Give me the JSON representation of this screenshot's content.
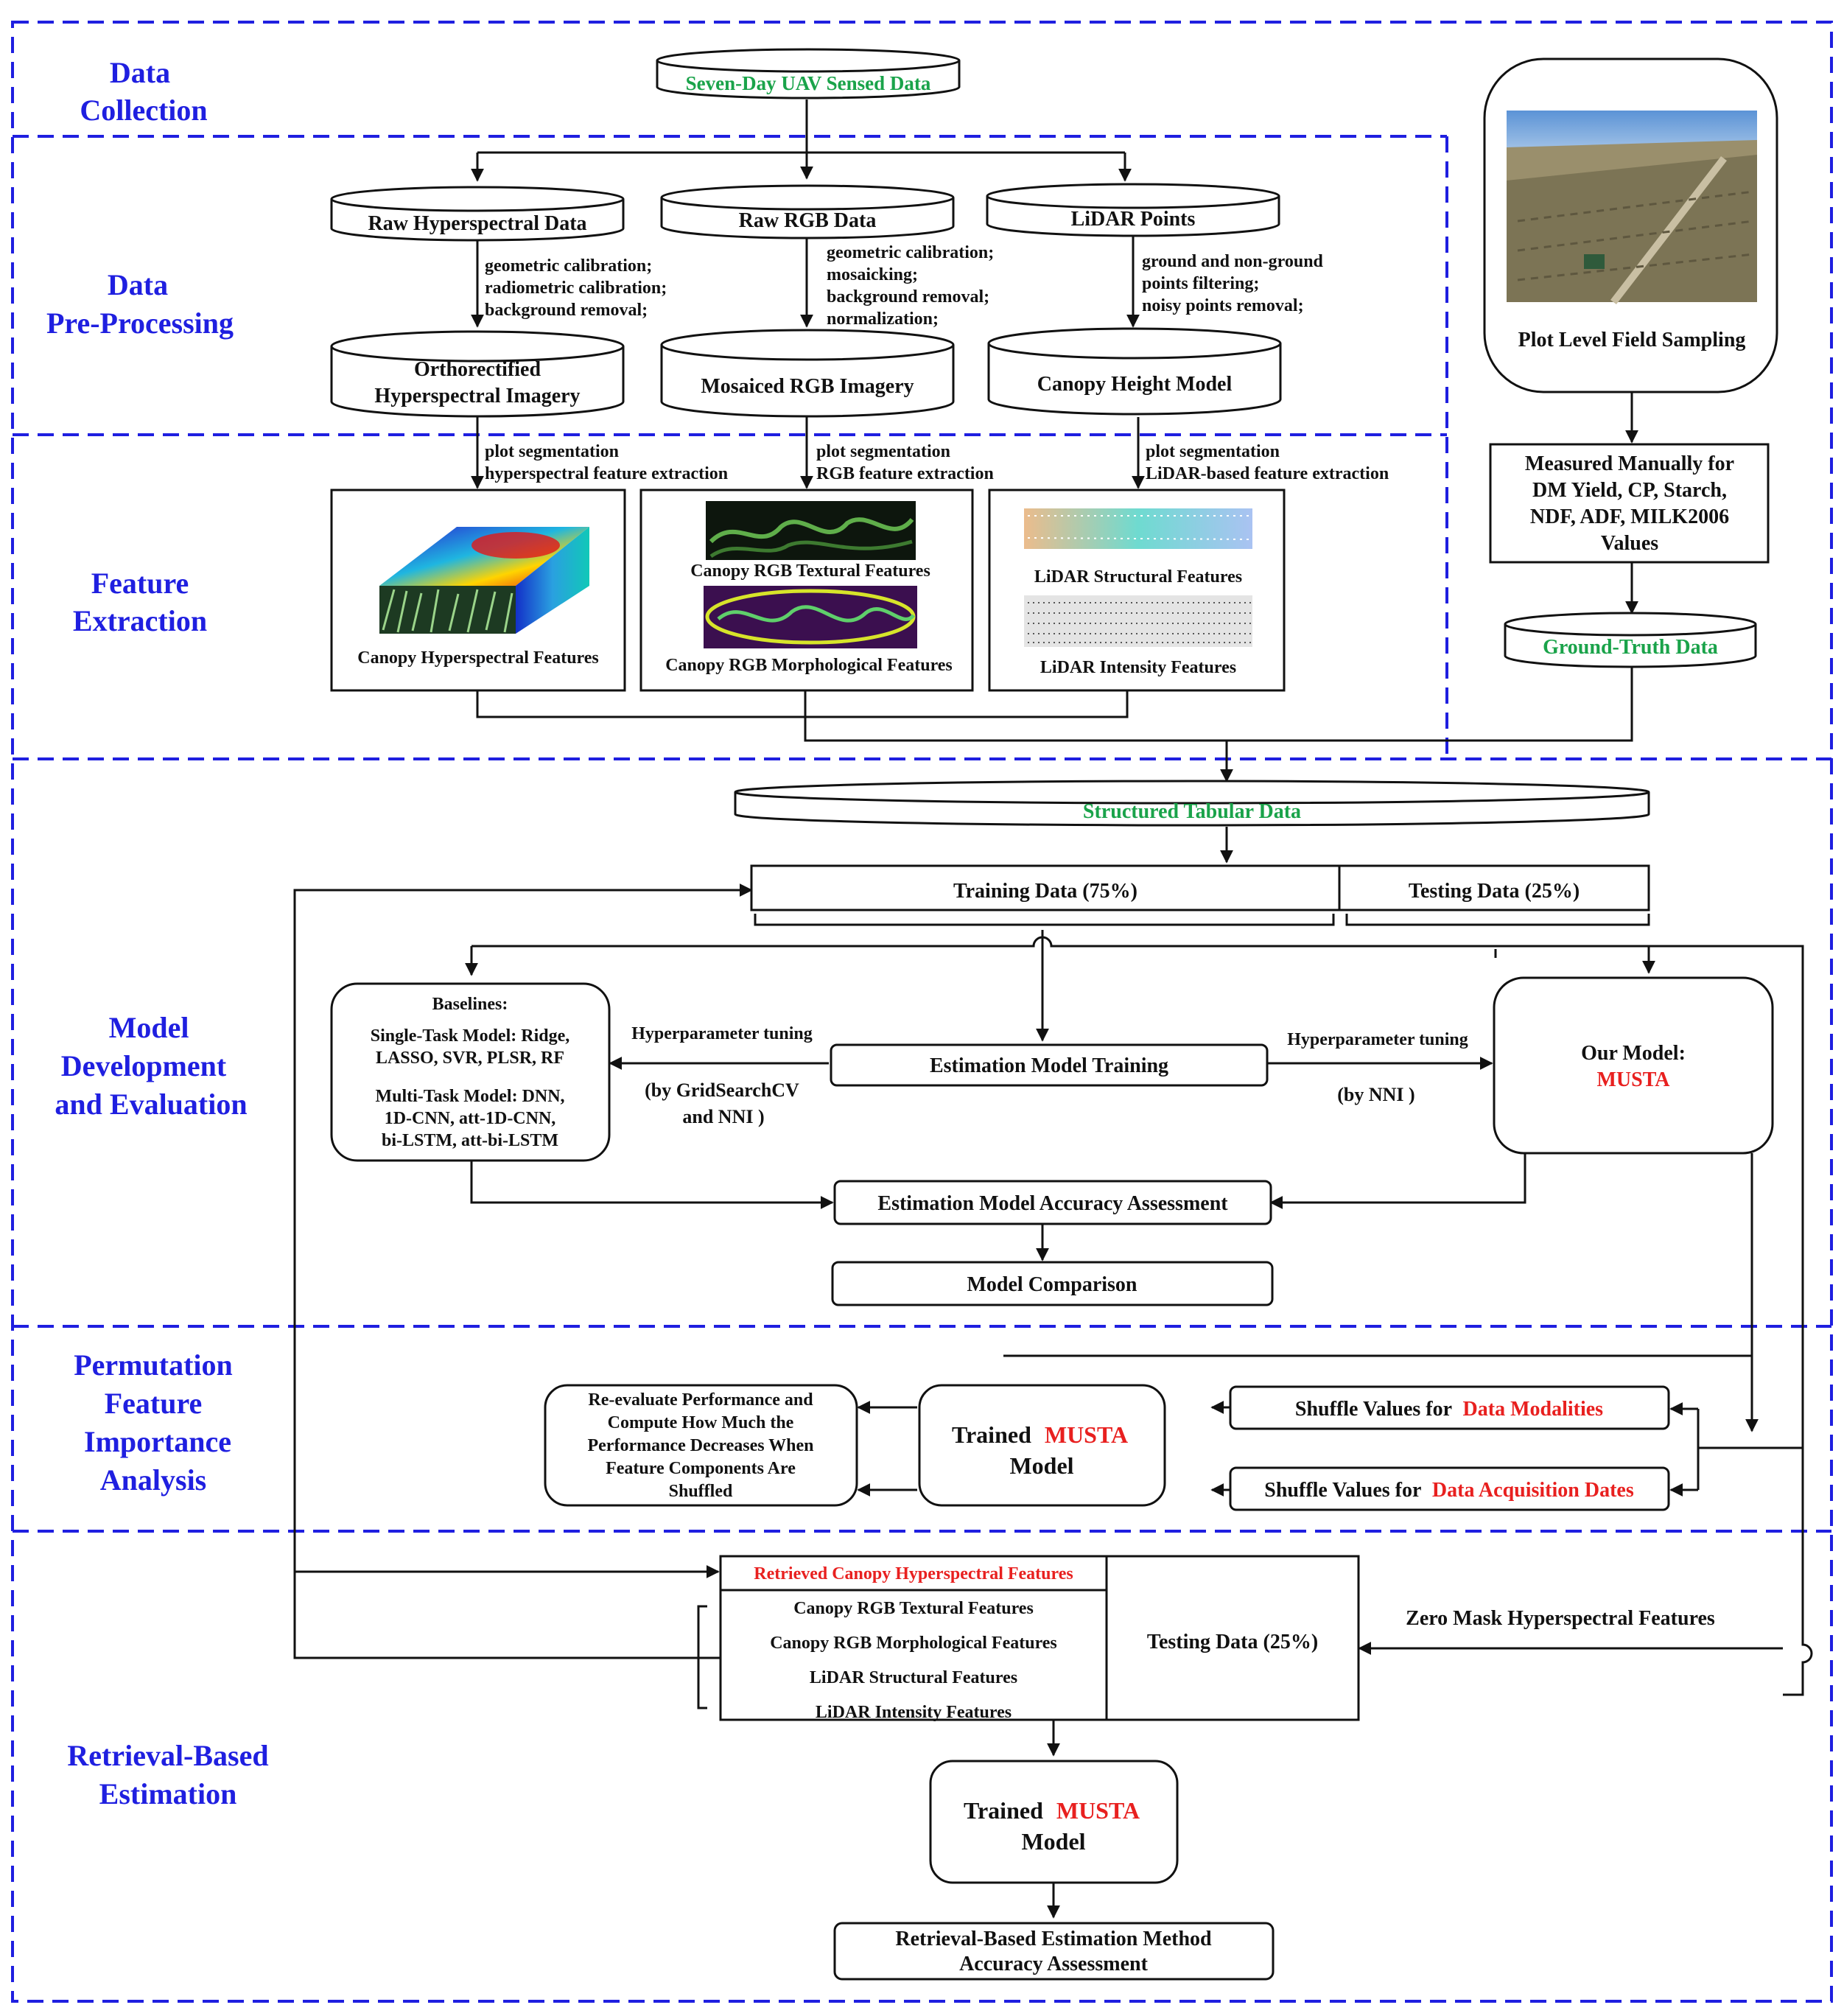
{
  "colors": {
    "section": "#1f1fe0",
    "green_label": "#1aa34a",
    "red_highlight": "#e8201f",
    "line": "#111111"
  },
  "sections": {
    "collection": [
      "Data",
      "Collection"
    ],
    "preprocessing": [
      "Data",
      "Pre-Processing"
    ],
    "feature": [
      "Feature",
      "Extraction"
    ],
    "model": [
      "Model",
      "Development",
      "and Evaluation"
    ],
    "permutation": [
      "Permutation",
      "Feature",
      "Importance",
      "Analysis"
    ],
    "retrieval": [
      "Retrieval-Based",
      "Estimation"
    ]
  },
  "collection": {
    "uav": "Seven-Day UAV Sensed Data",
    "field_sampling": "Plot Level Field Sampling",
    "field_photo": "field-photo-image",
    "measured": [
      "Measured Manually for",
      "DM Yield, CP, Starch,",
      "NDF, ADF, MILK2006",
      "Values"
    ],
    "ground_truth": "Ground-Truth Data"
  },
  "raw": {
    "hyper": "Raw Hyperspectral Data",
    "rgb": "Raw RGB Data",
    "lidar": "LiDAR Points"
  },
  "steps": {
    "hyper": [
      "geometric calibration;",
      "radiometric calibration;",
      "background removal;"
    ],
    "rgb": [
      "geometric calibration;",
      "mosaicking;",
      "background removal;",
      "normalization;"
    ],
    "lidar": [
      "ground and non-ground",
      "points filtering;",
      "noisy points removal;"
    ]
  },
  "processed": {
    "hyper": [
      "Orthorectified",
      "Hyperspectral Imagery"
    ],
    "rgb": "Mosaiced RGB Imagery",
    "lidar": "Canopy Height Model"
  },
  "extraction": {
    "hyper": [
      "plot segmentation",
      "hyperspectral feature extraction"
    ],
    "rgb": [
      "plot segmentation",
      "RGB feature extraction"
    ],
    "lidar": [
      "plot segmentation",
      "LiDAR-based feature extraction"
    ]
  },
  "features": {
    "hyper": "Canopy Hyperspectral Features",
    "rgb_textural": "Canopy RGB Textural Features",
    "rgb_morph": "Canopy RGB Morphological Features",
    "lidar_struct": "LiDAR Structural Features",
    "lidar_intensity": "LiDAR Intensity Features"
  },
  "model": {
    "tabular": "Structured Tabular Data",
    "training": "Training Data (75%)",
    "testing": "Testing Data (25%)",
    "baselines": [
      "Baselines:",
      "Single-Task Model: Ridge,",
      "LASSO, SVR, PLSR, RF",
      "Multi-Task Model: DNN,",
      "1D-CNN, att-1D-CNN,",
      "bi-LSTM, att-bi-LSTM"
    ],
    "tuning_left": "Hyperparameter tuning",
    "tuning_left_by": [
      "(by GridSearchCV",
      "and NNI )"
    ],
    "training_box": "Estimation Model Training",
    "tuning_right": "Hyperparameter tuning",
    "tuning_right_by": "(by NNI )",
    "our_model": "Our Model:",
    "musta": "MUSTA",
    "assessment": "Estimation Model Accuracy Assessment",
    "comparison": "Model Comparison"
  },
  "permutation": {
    "reevaluate": [
      "Re-evaluate Performance and",
      "Compute How Much the",
      "Performance Decreases When",
      "Feature Components Are",
      "Shuffled"
    ],
    "trained": "Trained",
    "musta": "MUSTA",
    "model": "Model",
    "shuffle_prefix": "Shuffle Values for",
    "shuffle_modalities": "Data Modalities",
    "shuffle_dates": "Data Acquisition Dates"
  },
  "retrieval": {
    "retrieved": "Retrieved Canopy Hyperspectral Features",
    "list": [
      "Canopy RGB Textural Features",
      "Canopy RGB Morphological Features",
      "LiDAR Structural Features",
      "LiDAR Intensity Features"
    ],
    "testing": "Testing Data (25%)",
    "zero_mask": "Zero Mask Hyperspectral Features",
    "trained": "Trained",
    "musta": "MUSTA",
    "model": "Model",
    "final": [
      "Retrieval-Based Estimation Method",
      "Accuracy Assessment"
    ]
  }
}
